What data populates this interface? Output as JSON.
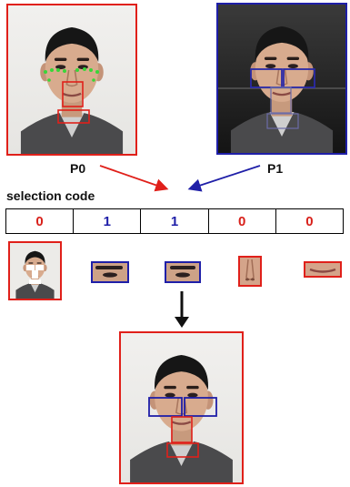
{
  "faces": {
    "p0_label": "P0",
    "p1_label": "P1"
  },
  "selection": {
    "title": "selection code",
    "codes": [
      {
        "value": "0",
        "color": "#d8201a"
      },
      {
        "value": "1",
        "color": "#1e1ea8"
      },
      {
        "value": "1",
        "color": "#1e1ea8"
      },
      {
        "value": "0",
        "color": "#d8201a"
      },
      {
        "value": "0",
        "color": "#d8201a"
      }
    ]
  },
  "colors": {
    "source_p0": "#e0201a",
    "source_p1": "#1f1fa8",
    "landmark_points": "#39d639"
  }
}
